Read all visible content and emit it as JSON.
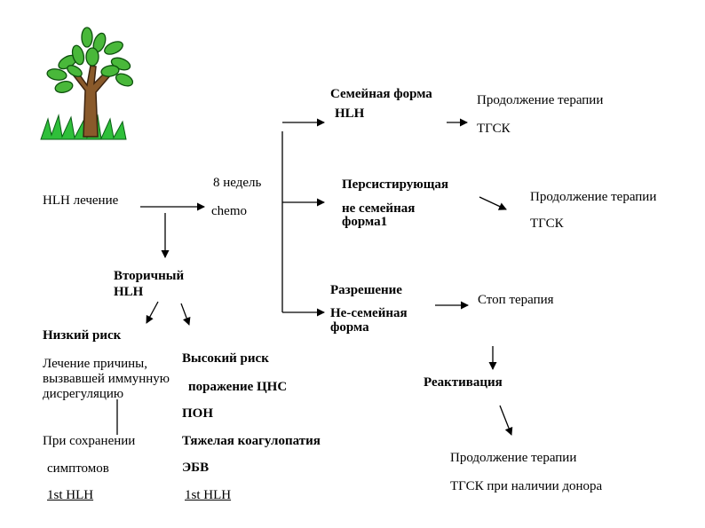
{
  "logo": {
    "icon": "tree-icon"
  },
  "root": {
    "label": "HLH лечение"
  },
  "chemo": {
    "weeks": "8 недель",
    "label": "chemo"
  },
  "secondary": {
    "line1": "Вторичный",
    "line2": "HLH"
  },
  "low_risk": {
    "title": "Низкий риск",
    "line1": "Лечение причины,",
    "line2": "вызвавшей иммунную",
    "line3": "дисрегуляцию",
    "line4": "При сохранении",
    "line5": "симптомов",
    "line6": "1st HLH"
  },
  "high_risk": {
    "title": "Высокий риск",
    "items": [
      "поражение ЦНС",
      "ПОН",
      "Тяжелая коагулопатия",
      "ЭБВ"
    ],
    "treatment": "1st HLH"
  },
  "family_form": {
    "line1": "Семейная форма",
    "line2": "HLH"
  },
  "family_outcome": {
    "line1": "Продолжение терапии",
    "line2": "ТГСК"
  },
  "persistent": {
    "line1": "Персистирующая",
    "line2": "не семейная",
    "line3": "форма1"
  },
  "persistent_outcome": {
    "line1": "Продолжение терапии",
    "line2": "ТГСК"
  },
  "resolution": {
    "line1": "Разрешение",
    "line2": "Не-семейная",
    "line3": "форма"
  },
  "stop": {
    "label": "Стоп терапия"
  },
  "reactivation": {
    "label": "Реактивация"
  },
  "final": {
    "line1": "Продолжение терапии",
    "line2": "ТГСК при наличии донора"
  }
}
